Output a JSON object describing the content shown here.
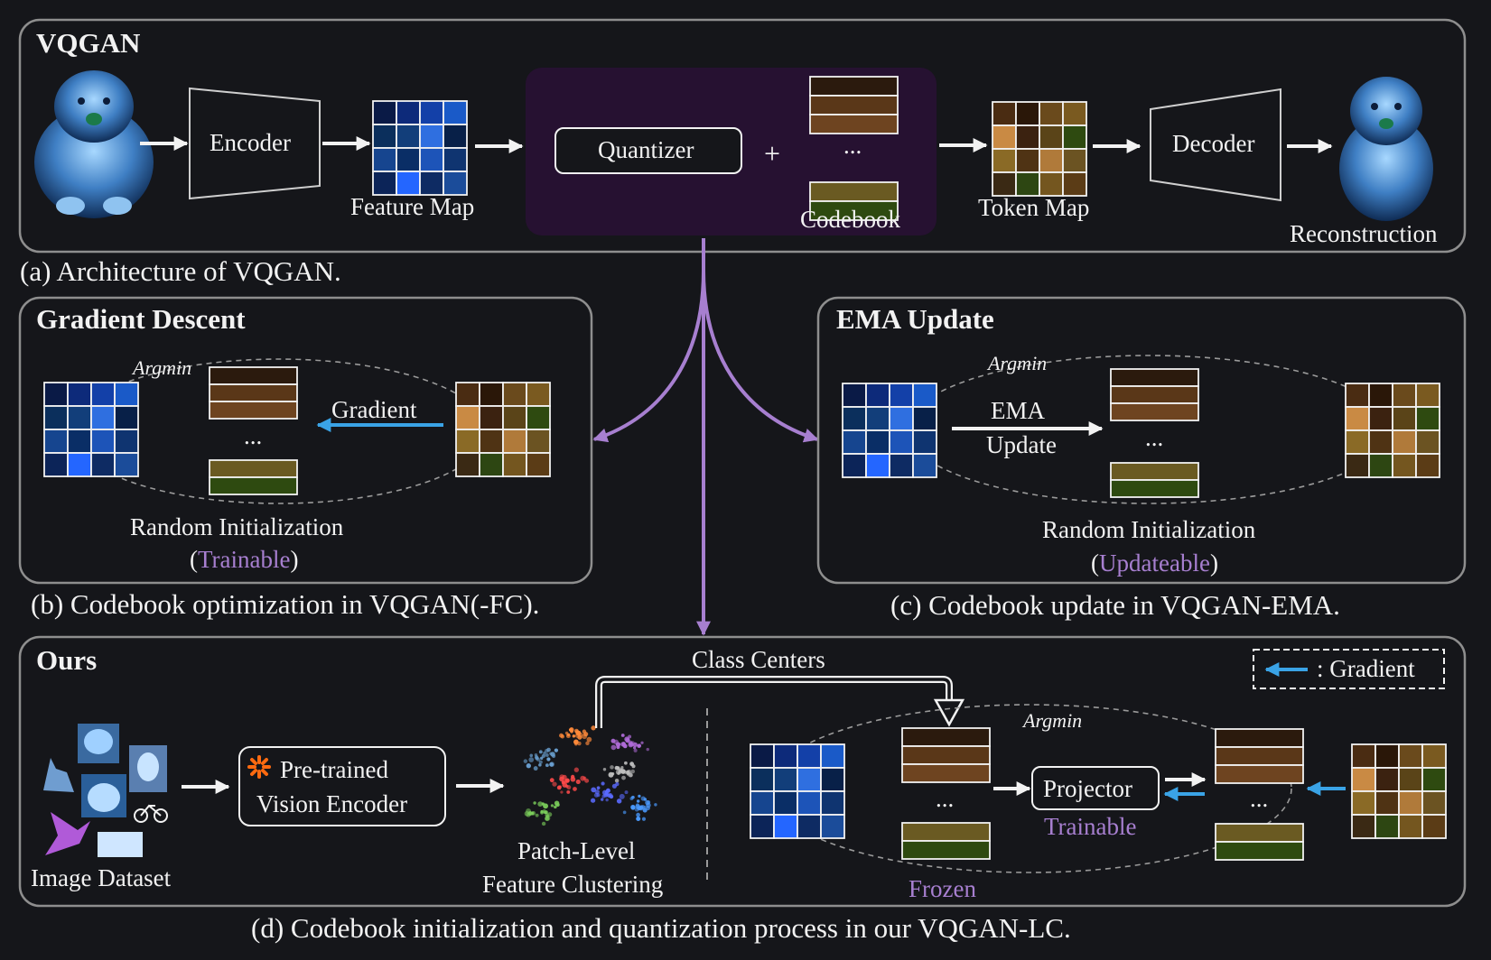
{
  "panel_a": {
    "title": "VQGAN",
    "encoder": "Encoder",
    "feature_map": "Feature Map",
    "quantizer": "Quantizer",
    "plus": "+",
    "ellipsis": "...",
    "codebook": "Codebook",
    "token_map": "Token Map",
    "decoder": "Decoder",
    "reconstruction": "Reconstruction",
    "caption": "(a) Architecture of VQGAN."
  },
  "panel_b": {
    "title": "Gradient Descent",
    "argmin": "Argmin",
    "gradient": "Gradient",
    "ellipsis": "...",
    "init": "Random Initialization",
    "paren_open": "(",
    "status": "Trainable",
    "paren_close": ")",
    "caption": "(b) Codebook optimization in VQGAN(-FC)."
  },
  "panel_c": {
    "title": "EMA Update",
    "argmin": "Argmin",
    "ema_line1": "EMA",
    "ema_line2": "Update",
    "ellipsis": "...",
    "init": "Random Initialization",
    "paren_open": "(",
    "status": "Updateable",
    "paren_close": ")",
    "caption": "(c) Codebook update in VQGAN-EMA."
  },
  "panel_d": {
    "title": "Ours",
    "legend": ": Gradient",
    "class_centers": "Class Centers",
    "image_dataset": "Image Dataset",
    "encoder_line1": "Pre-trained",
    "encoder_line2": "Vision Encoder",
    "clustering_line1": "Patch-Level",
    "clustering_line2": "Feature Clustering",
    "argmin": "Argmin",
    "projector": "Projector",
    "trainable": "Trainable",
    "frozen": "Frozen",
    "ellipsis": "...",
    "caption": "(d) Codebook initialization and quantization process in our VQGAN-LC."
  },
  "colors": {
    "background": "#15161a",
    "panel_border": "#8e8e8e",
    "accent_purple": "#a77fd0",
    "gradient_blue": "#3aa3e6",
    "quantizer_bg": "#261131",
    "codebook_row": "#5a3718",
    "codebook_row_dark": "#2b1a0d",
    "codebook_row_olive": "#6a5a22",
    "codebook_row_green": "#2e4a10",
    "encoder_star": "#ff6a10"
  },
  "icons": [
    "dog-image",
    "cat-image",
    "bird-image",
    "bicycle-icon",
    "cluster-scatter",
    "sunburst-icon"
  ]
}
